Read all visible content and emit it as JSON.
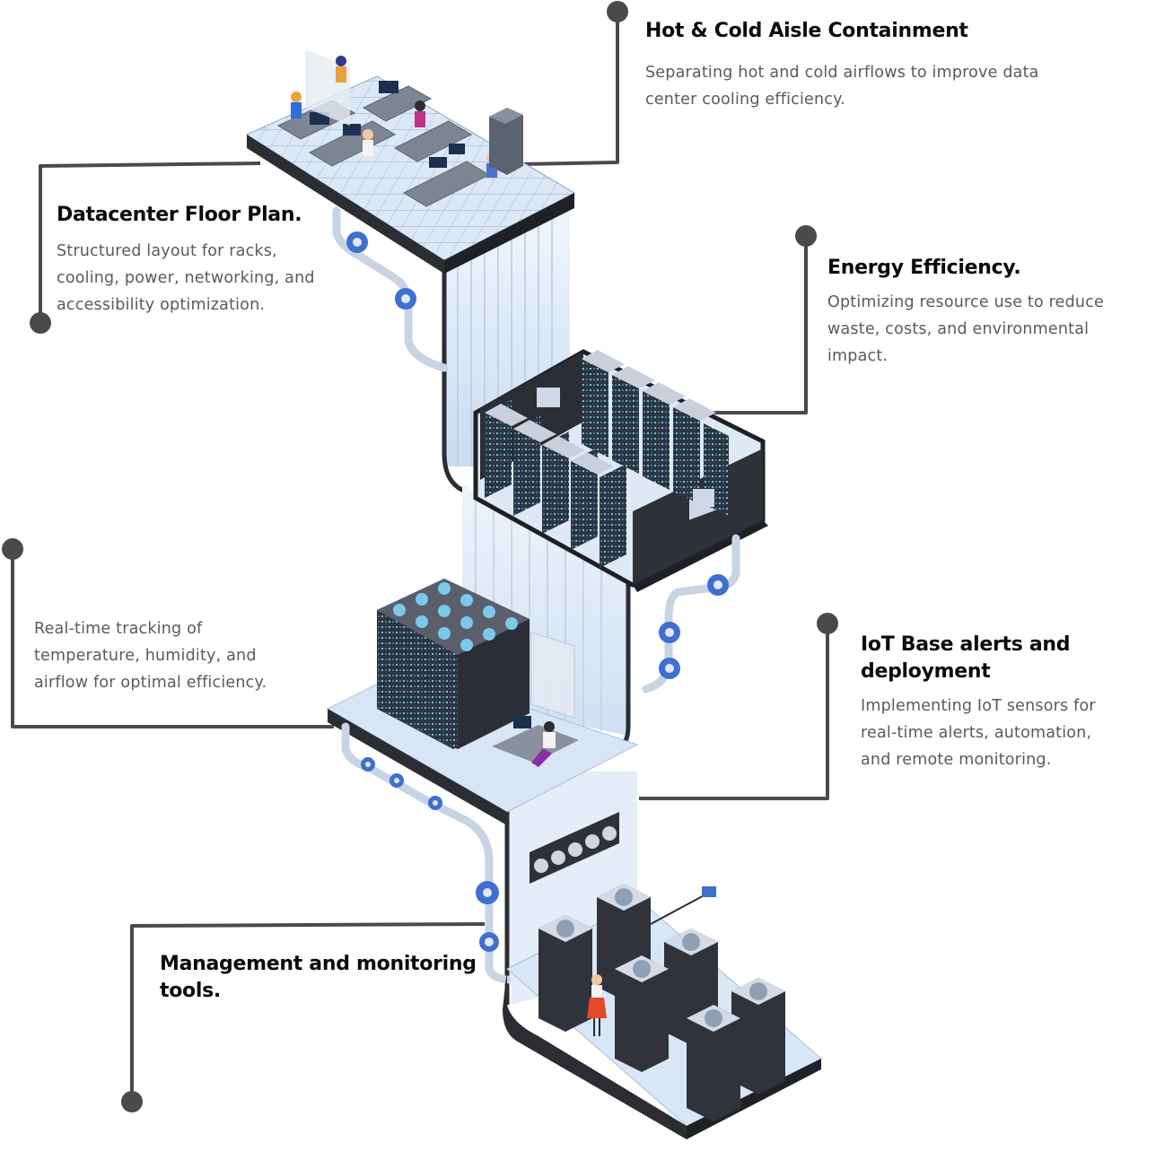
{
  "callouts": {
    "hot_cold": {
      "title": "Hot & Cold Aisle Containment",
      "desc_lines": [
        "Separating hot and cold airflows to improve data",
        "center cooling efficiency."
      ]
    },
    "floor_plan": {
      "title": "Datacenter Floor Plan.",
      "desc_lines": [
        "Structured layout for racks,",
        "cooling, power, networking, and",
        "accessibility optimization."
      ]
    },
    "energy": {
      "title": "Energy Efficiency.",
      "desc_lines": [
        "Optimizing resource use to reduce",
        "waste, costs, and environmental",
        "impact."
      ]
    },
    "monitoring": {
      "desc_lines": [
        "Real-time tracking of",
        "temperature, humidity, and",
        "airflow for optimal efficiency."
      ]
    },
    "iot": {
      "title_lines": [
        "IoT Base alerts and",
        "deployment"
      ],
      "desc_lines": [
        "Implementing IoT sensors for",
        "real-time alerts, automation,",
        "and remote monitoring."
      ]
    },
    "management": {
      "title_lines": [
        "Management and monitoring",
        "tools."
      ]
    }
  },
  "colors": {
    "connector": "#4a4a4a",
    "dot": "#4a4a4a",
    "rack_dark": "#3a3d46",
    "rack_side": "#2a2c33",
    "platform_blue": "#d8e6f7",
    "tile_line": "#9fb5cf",
    "accent_blue": "#3f6fd0"
  }
}
